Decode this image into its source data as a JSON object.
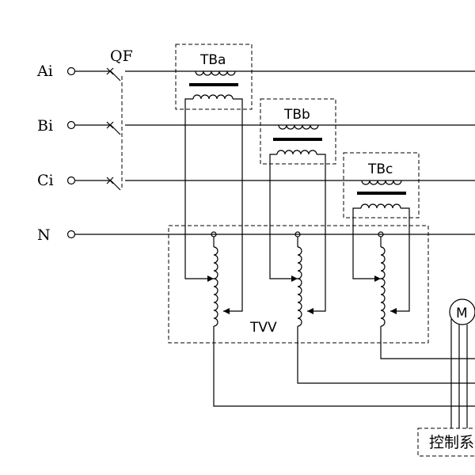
{
  "terminals": [
    {
      "label": "Ai"
    },
    {
      "label": "Bi"
    },
    {
      "label": "Ci"
    },
    {
      "label": "N"
    }
  ],
  "breaker": {
    "label": "QF"
  },
  "transformers": [
    {
      "label": "TBa"
    },
    {
      "label": "TBb"
    },
    {
      "label": "TBc"
    }
  ],
  "regulator": {
    "label": "TVV"
  },
  "motor": {
    "label": "M"
  },
  "control_box": {
    "label": "控制系"
  }
}
